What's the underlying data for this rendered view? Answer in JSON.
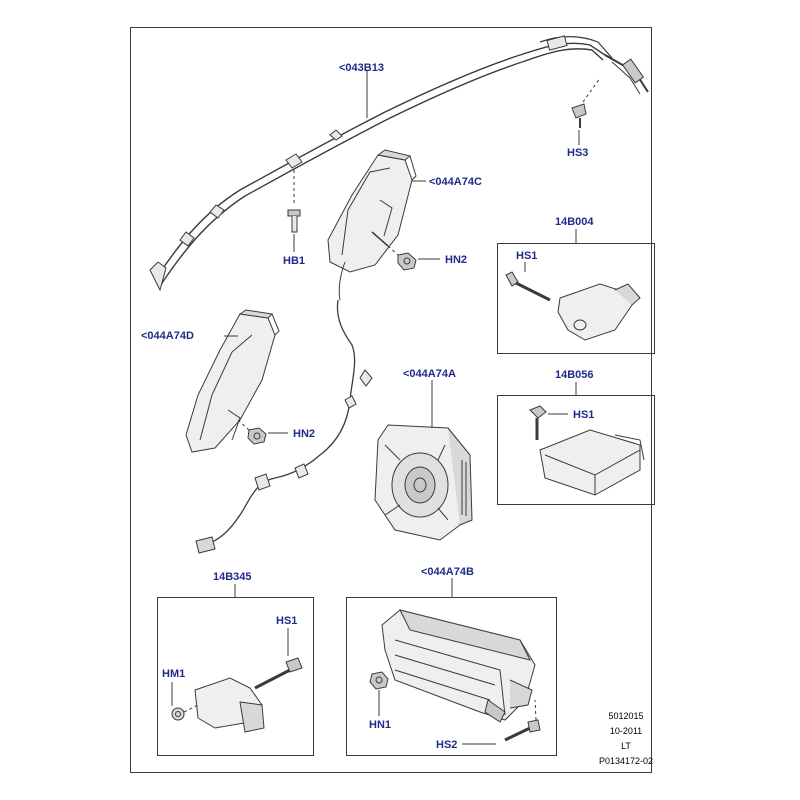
{
  "callouts": {
    "p043B13": "<043B13",
    "hs3": "HS3",
    "p044A74C": "<044A74C",
    "hb1": "HB1",
    "hn2_top": "HN2",
    "p044A74D": "<044A74D",
    "hn2_left": "HN2",
    "p044A74A": "<044A74A",
    "p14B004": "14B004",
    "hs1_14B004": "HS1",
    "p14B056": "14B056",
    "hs1_14B056": "HS1",
    "p14B345": "14B345",
    "hs1_14B345": "HS1",
    "hm1": "HM1",
    "p044A74B": "<044A74B",
    "hn1": "HN1",
    "hs2": "HS2"
  },
  "footer": {
    "line1": "5012015",
    "line2": "10-2011",
    "line3": "LT",
    "line4": "P0134172-02"
  },
  "colors": {
    "callout": "#1f2a8a",
    "line": "#3b3b3b",
    "part_fill": "#e9e9e9",
    "part_shade": "#c9c9c9"
  }
}
